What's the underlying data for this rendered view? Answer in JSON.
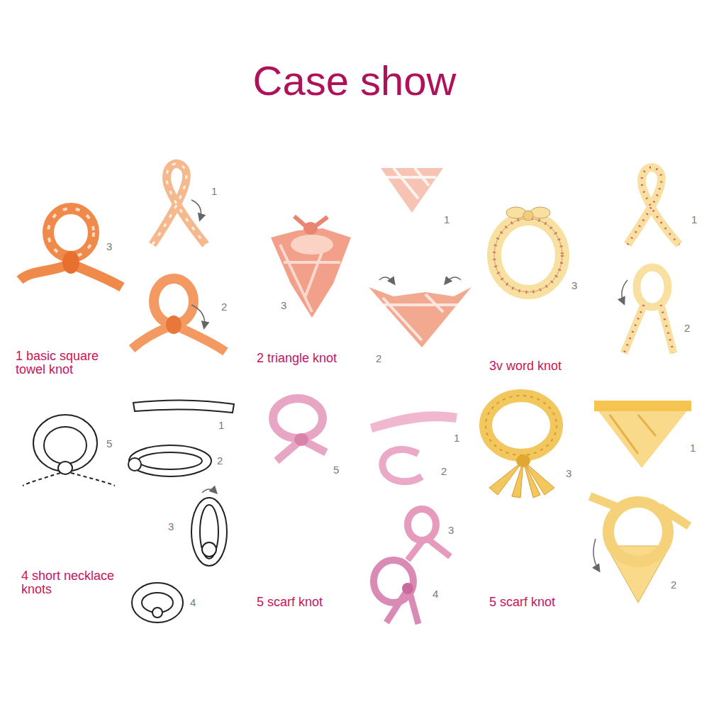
{
  "diagram": {
    "title": "Case show",
    "labels": [
      "3",
      "1",
      "2",
      "1 basic square towel knot",
      "1",
      "3",
      "2",
      "2 triangle knot",
      "3",
      "1",
      "2",
      "3v word knot",
      "5",
      "1",
      "2",
      "3",
      "4",
      "4 short necklace knots",
      "5",
      "1",
      "2",
      "3",
      "4",
      "5 scarf knot",
      "3",
      "1",
      "2",
      "5 scarf knot"
    ]
  }
}
